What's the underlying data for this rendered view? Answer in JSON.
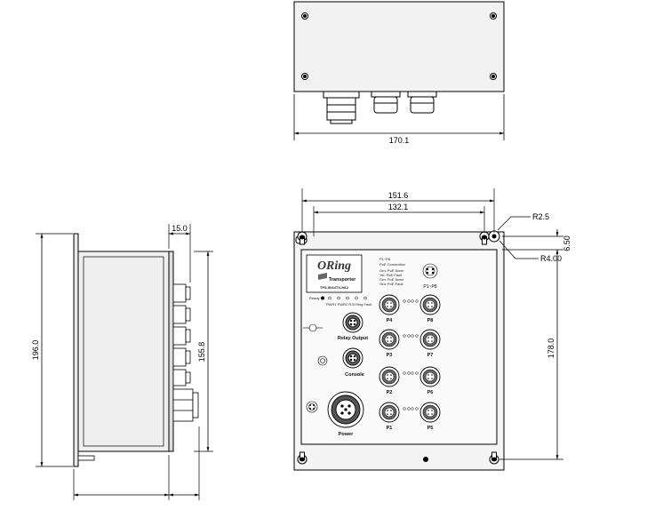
{
  "top_view": {
    "dim_width": "170.1"
  },
  "side_view": {
    "dim_flange": "15.0",
    "dim_height": "196.0",
    "dim_inner_height": "155.8"
  },
  "front_view": {
    "dim_outer_hole_spacing": "151.6",
    "dim_inner_hole_spacing": "132.1",
    "dim_radius_small": "R2.5",
    "dim_offset": "6.50",
    "dim_radius_large": "R4.00",
    "dim_vertical_hole_spacing": "178.0"
  },
  "panel": {
    "brand": "ORing",
    "product_line": "Transporter",
    "model": "TPS-5044TX-M12",
    "status_row": "Ready",
    "status_labels": "PWR1 PWR2 R.B Ring Fault",
    "poe_header": "P1~P8",
    "poe_sub": "PoE Connection",
    "poe_legend": [
      "Grn: PoE Norm",
      "Yel: PoE Fault",
      "Grn: PoE Norm",
      "Ora: PoE Fault"
    ],
    "port_range": "P1~P8",
    "relay_label": "Relay Output",
    "console_label": "Console",
    "power_label": "Power",
    "port_labels": [
      "P4",
      "P8",
      "P3",
      "P7",
      "P2",
      "P6",
      "P1",
      "P5"
    ]
  }
}
